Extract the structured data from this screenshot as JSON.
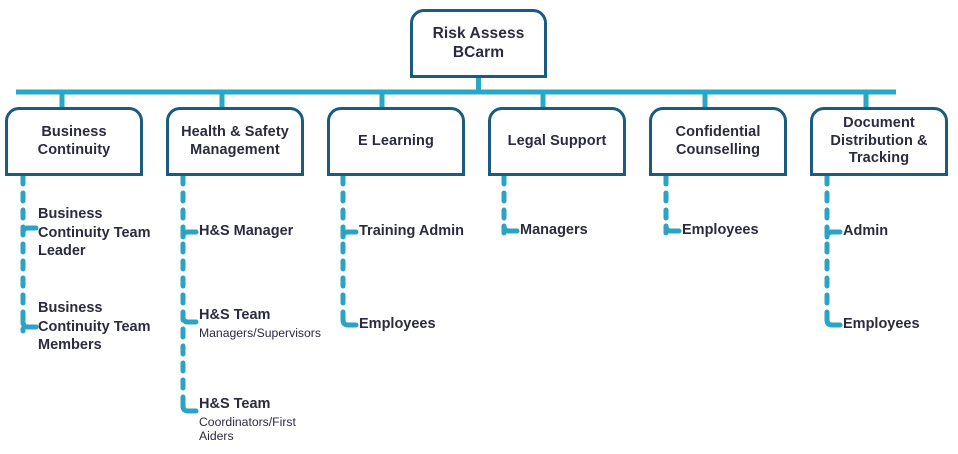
{
  "diagram": {
    "type": "organisational-chart",
    "title": "Risk Assess BCarm",
    "colors": {
      "box_border": "#1b5b7e",
      "box_fill": "#ffffff",
      "connector_main": "#29a8c6",
      "connector_dashed": "#2aa3c4",
      "text": "#2b2b40",
      "background": "#ffffff"
    },
    "root": {
      "label_line1": "Risk Assess",
      "label_line2": "BCarm"
    },
    "departments": [
      {
        "id": "business-continuity",
        "label_line1": "Business",
        "label_line2": "Continuity",
        "label_line3": "",
        "children": [
          {
            "title": "Business\nContinuity Team\nLeader",
            "subtitle": ""
          },
          {
            "title": "Business\nContinuity Team\nMembers",
            "subtitle": ""
          }
        ]
      },
      {
        "id": "health-and-safety-management",
        "label_line1": "Health & Safety",
        "label_line2": "Management",
        "label_line3": "",
        "children": [
          {
            "title": "H&S Manager",
            "subtitle": ""
          },
          {
            "title": "H&S Team",
            "subtitle": "Managers/Supervisors"
          },
          {
            "title": "H&S Team",
            "subtitle": "Coordinators/First\nAiders"
          }
        ]
      },
      {
        "id": "e-learning",
        "label_line1": "E Learning",
        "label_line2": "",
        "label_line3": "",
        "children": [
          {
            "title": "Training Admin",
            "subtitle": ""
          },
          {
            "title": "Employees",
            "subtitle": ""
          }
        ]
      },
      {
        "id": "legal-support",
        "label_line1": "Legal Support",
        "label_line2": "",
        "label_line3": "",
        "children": [
          {
            "title": "Managers",
            "subtitle": ""
          }
        ]
      },
      {
        "id": "confidential-counselling",
        "label_line1": "Confidential",
        "label_line2": "Counselling",
        "label_line3": "",
        "children": [
          {
            "title": "Employees",
            "subtitle": ""
          }
        ]
      },
      {
        "id": "document-distribution-and-tracking",
        "label_line1": "Document",
        "label_line2": "Distribution &",
        "label_line3": "Tracking",
        "children": [
          {
            "title": "Admin",
            "subtitle": ""
          },
          {
            "title": "Employees",
            "subtitle": ""
          }
        ]
      }
    ]
  }
}
